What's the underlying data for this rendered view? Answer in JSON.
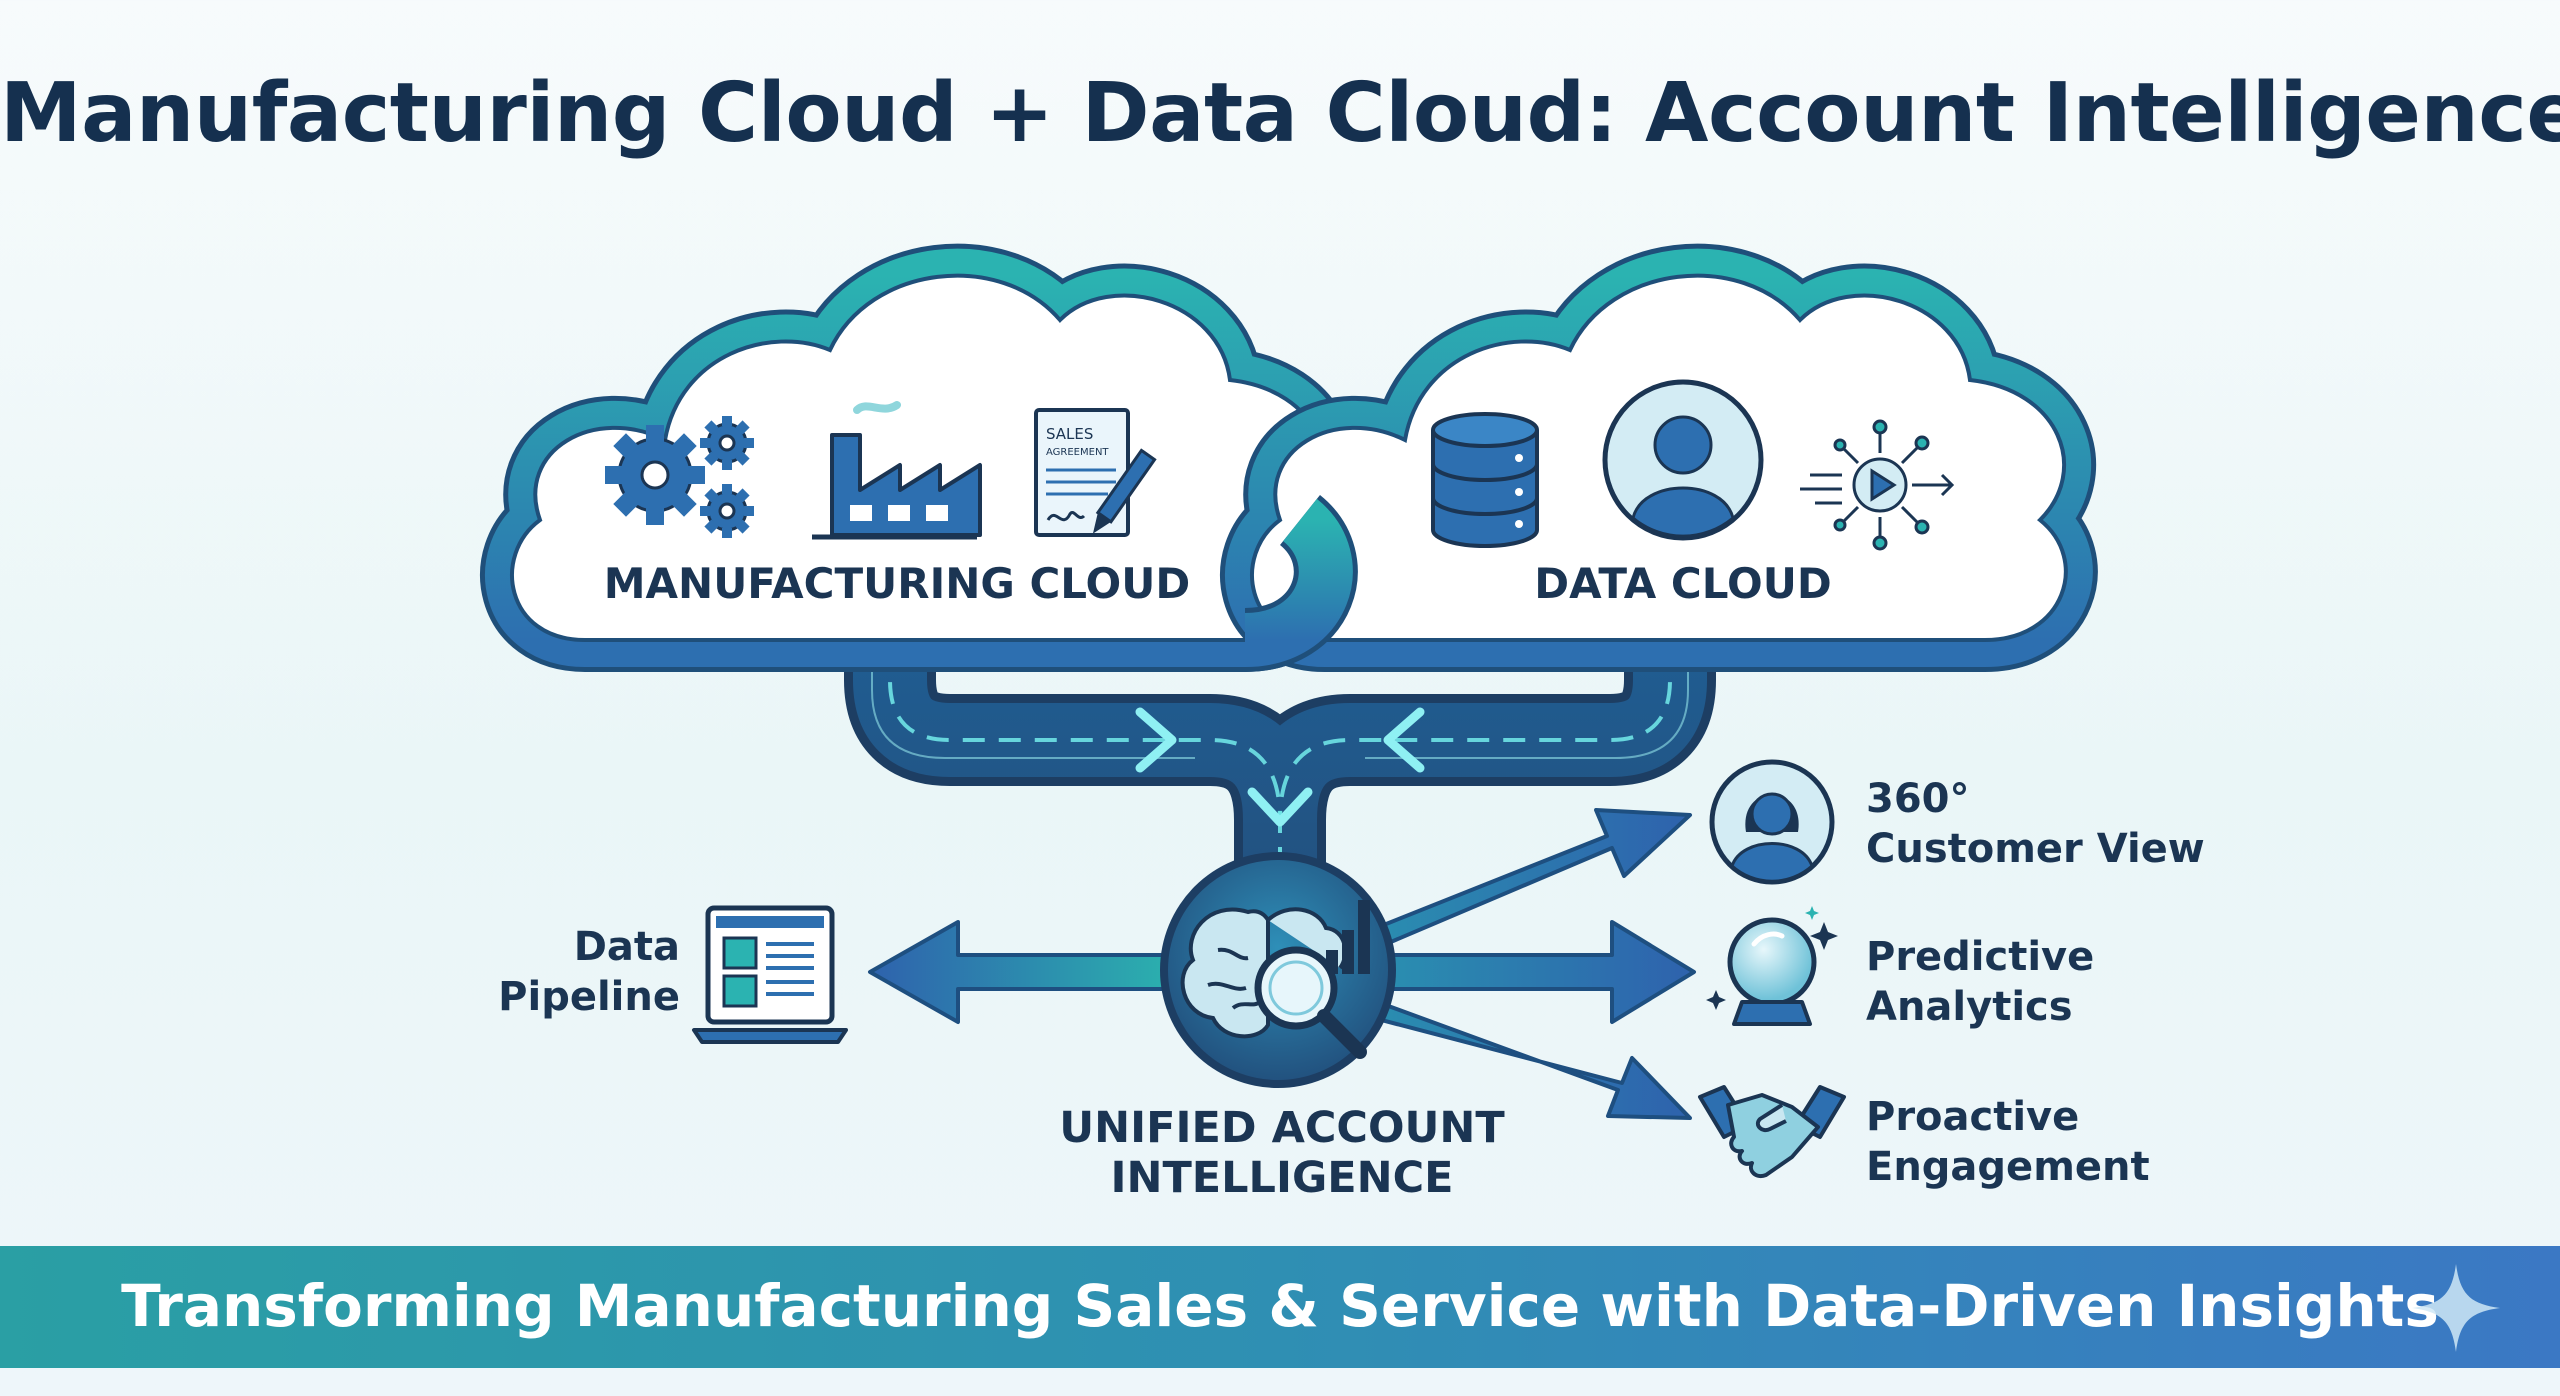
{
  "title": "Manufacturing Cloud + Data Cloud: Account Intelligence",
  "clouds": {
    "manufacturing": {
      "label": "MANUFACTURING CLOUD",
      "document_text_line1": "SALES",
      "document_text_line2": "AGREEMENT",
      "icons": [
        "gears-icon",
        "factory-icon",
        "sales-agreement-icon"
      ]
    },
    "data": {
      "label": "DATA CLOUD",
      "icons": [
        "database-icon",
        "person-avatar-icon",
        "data-signal-icon"
      ]
    }
  },
  "hub": {
    "label_line1": "UNIFIED ACCOUNT",
    "label_line2": "INTELLIGENCE",
    "icon": "brain-analytics-icon"
  },
  "pipeline": {
    "label_line1": "Data",
    "label_line2": "Pipeline",
    "icon": "laptop-dashboard-icon"
  },
  "outputs": [
    {
      "line1": "360°",
      "line2": "Customer View",
      "icon": "customer-avatar-icon"
    },
    {
      "line1": "Predictive",
      "line2": "Analytics",
      "icon": "crystal-ball-icon"
    },
    {
      "line1": "Proactive",
      "line2": "Engagement",
      "icon": "handshake-icon"
    }
  ],
  "banner": {
    "text": "Transforming Manufacturing Sales & Service with Data-Driven Insights",
    "icon": "sparkle-icon"
  },
  "colors": {
    "navy": "#1b3553",
    "teal": "#2bb3b1",
    "blue": "#2d6fb0",
    "banner_start": "#2a9fa4",
    "banner_end": "#3b78c4"
  }
}
